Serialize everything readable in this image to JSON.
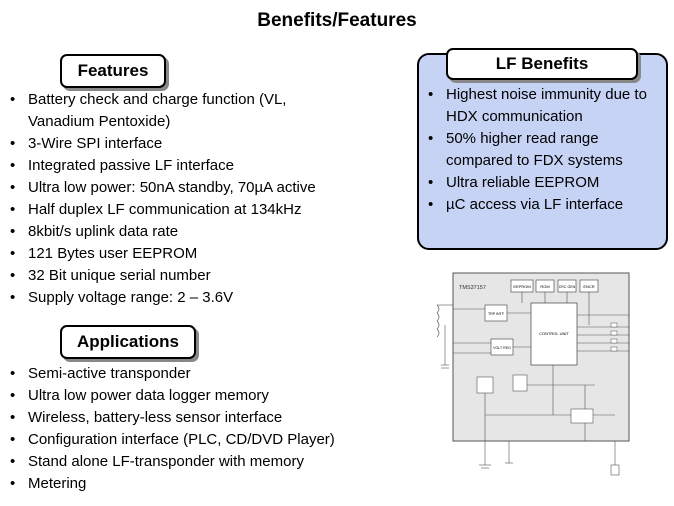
{
  "title": "Benefits/Features",
  "features": {
    "heading": "Features",
    "items": [
      "Battery check and charge function (VL, Vanadium Pentoxide)",
      "3-Wire SPI interface",
      "Integrated passive LF interface",
      "Ultra low power: 50nA standby, 70µA active",
      "Half duplex LF communication at 134kHz",
      "8kbit/s uplink data rate",
      "121 Bytes user EEPROM",
      "32 Bit unique serial number",
      "Supply voltage range: 2 – 3.6V"
    ]
  },
  "applications": {
    "heading": "Applications",
    "items": [
      "Semi-active transponder",
      "Ultra low power data logger memory",
      "Wireless, battery-less sensor interface",
      "Configuration interface (PLC, CD/DVD Player)",
      "Stand alone LF-transponder with memory",
      "Metering"
    ]
  },
  "benefits": {
    "heading": "LF Benefits",
    "items": [
      "Highest noise immunity due to HDX communication",
      "50% higher read range compared to FDX systems",
      "Ultra reliable EEPROM",
      "µC access via LF interface"
    ]
  },
  "diagram": {
    "chip_name": "TMS37157",
    "blocks": [
      "EEPROM",
      "ROM",
      "CRC GEN",
      "ENCR",
      "TRP INTF",
      "VOLT REG",
      "CONTROL UNIT"
    ],
    "colors": {
      "chip_fill": "#e6e6e6",
      "line": "#555555"
    }
  }
}
